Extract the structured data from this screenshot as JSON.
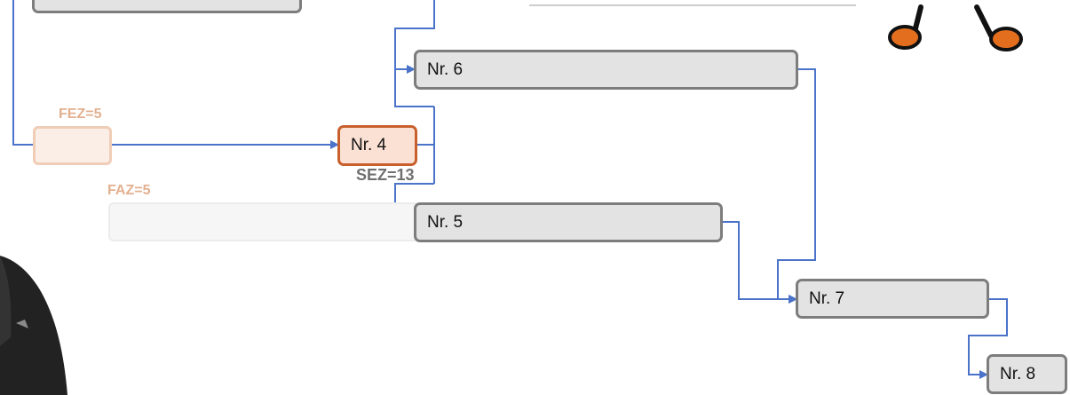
{
  "diagram": {
    "nodes": [
      {
        "id": "n4",
        "label": "Nr. 4",
        "active": true
      },
      {
        "id": "n5",
        "label": "Nr. 5"
      },
      {
        "id": "n6",
        "label": "Nr. 6"
      },
      {
        "id": "n7",
        "label": "Nr. 7"
      },
      {
        "id": "n8",
        "label": "Nr. 8"
      }
    ],
    "annotations": {
      "fez": "FEZ=5",
      "faz": "FAZ=5",
      "sez": "SEZ=13"
    },
    "colors": {
      "connector": "#4a73c9",
      "node_fill": "#e3e3e3",
      "node_border": "#7d7d7d",
      "active_fill": "#fbe1d3",
      "active_border": "#c8602e",
      "ghost_orange": "#e8b79a",
      "note_fill": "#e36f1e"
    },
    "icons": [
      "music-notes-icon"
    ]
  }
}
